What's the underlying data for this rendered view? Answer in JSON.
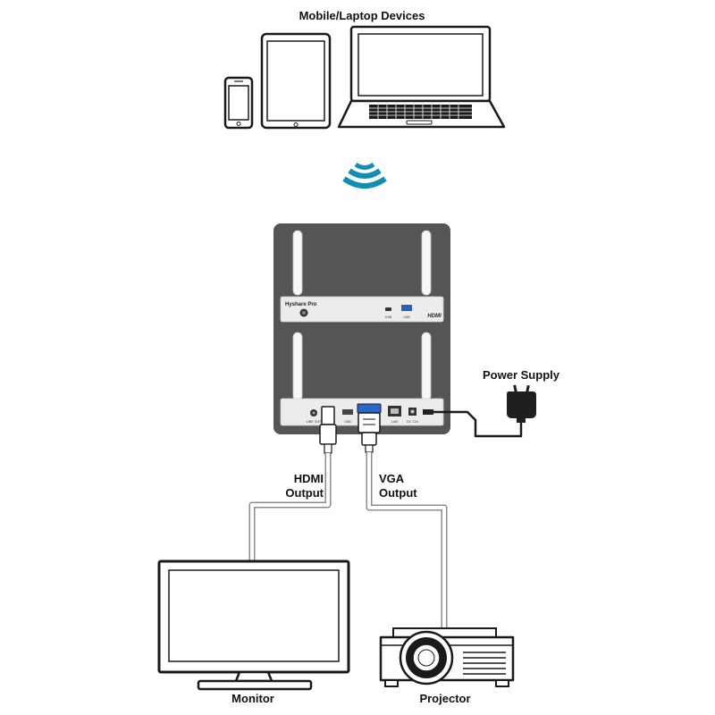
{
  "labels": {
    "devices": "Mobile/Laptop Devices",
    "power_supply": "Power Supply",
    "hdmi_output_line1": "HDMI",
    "hdmi_output_line2": "Output",
    "vga_output_line1": "VGA",
    "vga_output_line2": "Output",
    "monitor": "Monitor",
    "projector": "Projector"
  },
  "device": {
    "front_brand": "Hyshare Pro",
    "front_logo": "HDMI",
    "front_port_labels": [
      "USB",
      "USB"
    ],
    "rear_port_labels": [
      "LINE OUT",
      "USB",
      "LAN",
      "DC 12V"
    ]
  },
  "icons": [
    "smartphone-icon",
    "tablet-icon",
    "laptop-icon",
    "wifi-signal-icon",
    "power-adapter-icon",
    "monitor-icon",
    "projector-icon"
  ],
  "colors": {
    "device_body": "#555555",
    "panel": "#ececec",
    "signal": "#0f8fb3",
    "outline": "#1a1a1a",
    "cable": "#8c8c8c"
  }
}
